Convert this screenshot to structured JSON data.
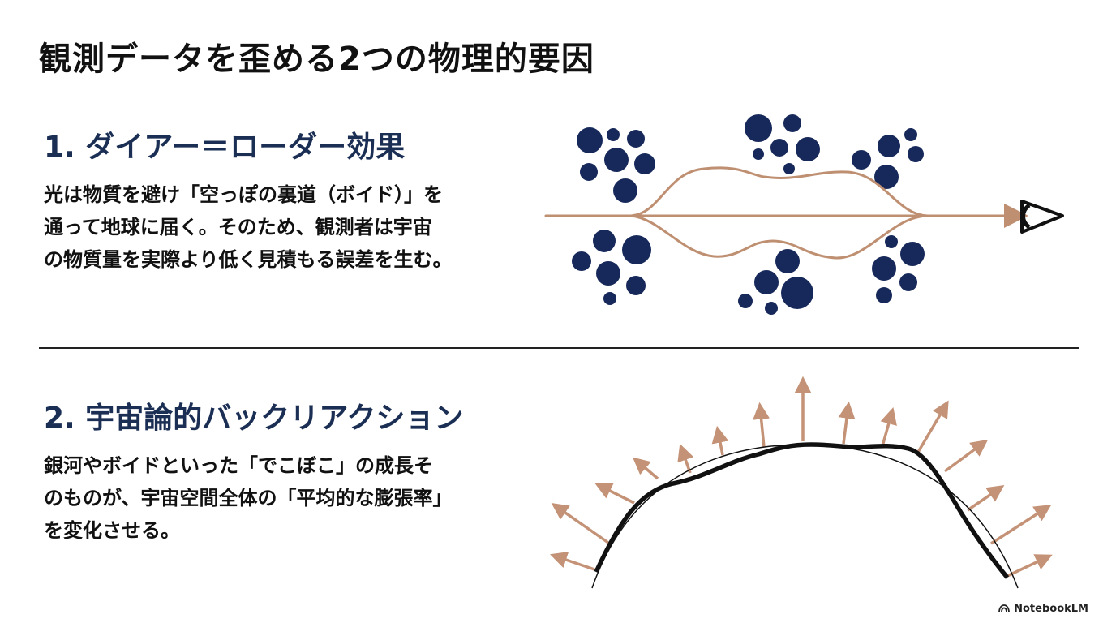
{
  "title": "観測データを歪める2つの物理的要因",
  "section1": {
    "heading": "1. ダイアー＝ローダー効果",
    "body_lines": [
      "光は物質を避け「空っぽの裏道（ボイド）」を",
      "通って地球に届く。そのため、観測者は宇宙",
      "の物質量を実際より低く見積もる誤差を生む。"
    ]
  },
  "section2": {
    "heading": "2. 宇宙論的バックリアクション",
    "body_lines": [
      "銀河やボイドといった「でこぼこ」の成長そ",
      "のものが、宇宙空間全体の「平均的な膨張率」",
      "を変化させる。"
    ]
  },
  "brand": "NotebookLM",
  "colors": {
    "heading": "#1b2f55",
    "galaxy": "#17295a",
    "light_path": "#bf8f72",
    "arrow": "#c49276"
  },
  "icons": [
    "eye-icon",
    "notebooklm-logo-icon"
  ]
}
